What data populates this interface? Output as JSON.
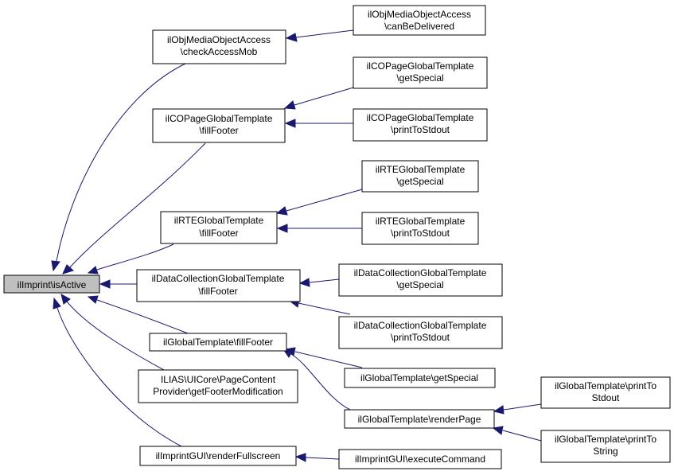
{
  "nodes": {
    "root": [
      "ilImprint\\isActive"
    ],
    "checkAccessMob": [
      "ilObjMediaObjectAccess",
      "\\checkAccessMob"
    ],
    "canBeDelivered": [
      "ilObjMediaObjectAccess",
      "\\canBeDelivered"
    ],
    "coFillFooter": [
      "ilCOPageGlobalTemplate",
      "\\fillFooter"
    ],
    "coGetSpecial": [
      "ilCOPageGlobalTemplate",
      "\\getSpecial"
    ],
    "coPrintToStdout": [
      "ilCOPageGlobalTemplate",
      "\\printToStdout"
    ],
    "rteFillFooter": [
      "ilRTEGlobalTemplate",
      "\\fillFooter"
    ],
    "rteGetSpecial": [
      "ilRTEGlobalTemplate",
      "\\getSpecial"
    ],
    "rtePrintToStdout": [
      "ilRTEGlobalTemplate",
      "\\printToStdout"
    ],
    "dcFillFooter": [
      "ilDataCollectionGlobalTemplate",
      "\\fillFooter"
    ],
    "dcGetSpecial": [
      "ilDataCollectionGlobalTemplate",
      "\\getSpecial"
    ],
    "dcPrintToStdout": [
      "ilDataCollectionGlobalTemplate",
      "\\printToStdout"
    ],
    "gtFillFooter": [
      "ilGlobalTemplate\\fillFooter"
    ],
    "gtGetSpecial": [
      "ilGlobalTemplate\\getSpecial"
    ],
    "gtRenderPage": [
      "ilGlobalTemplate\\renderPage"
    ],
    "gtPrintToStdout": [
      "ilGlobalTemplate\\printTo",
      "Stdout"
    ],
    "gtPrintToString": [
      "ilGlobalTemplate\\printTo",
      "String"
    ],
    "uiCore": [
      "ILIAS\\UICore\\PageContent",
      "Provider\\getFooterModification"
    ],
    "renderFullscreen": [
      "ilImprintGUI\\renderFullscreen"
    ],
    "executeCommand": [
      "ilImprintGUI\\executeCommand"
    ]
  }
}
